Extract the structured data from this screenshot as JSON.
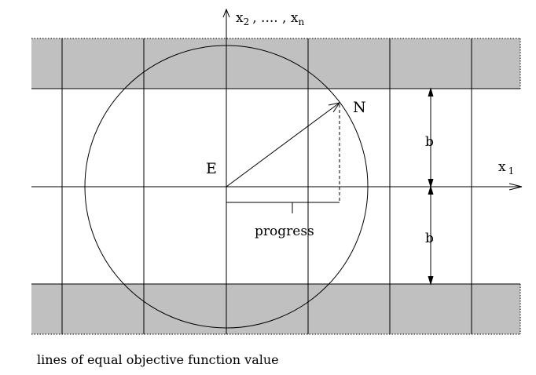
{
  "labels": {
    "axis_vertical": "x",
    "axis_vertical_sub": "2",
    "axis_vertical_rest": ", .... , x",
    "axis_vertical_sub_n": "n",
    "axis_horizontal": "x",
    "axis_horizontal_sub": "1",
    "point_E": "E",
    "point_N": "N",
    "half_width_upper": "b",
    "half_width_lower": "b",
    "progress": "progress"
  },
  "caption": "lines of equal objective function value",
  "colors": {
    "infeasible_band": "#c0c0c0",
    "lines": "#000000",
    "background": "#ffffff"
  }
}
